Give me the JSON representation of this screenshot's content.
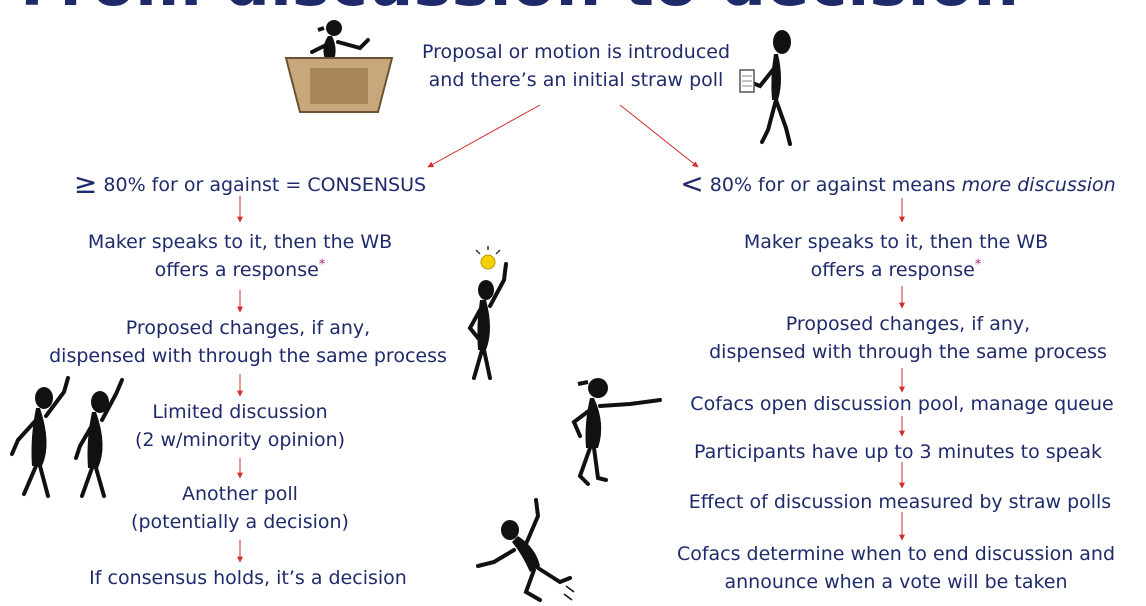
{
  "title": "From discussion to decision",
  "intro": {
    "line1": "Proposal or motion is introduced",
    "line2": "and there’s an initial straw poll"
  },
  "left": {
    "header_symbol": "≥",
    "header_text": " 80% for or against = CONSENSUS",
    "steps": [
      {
        "line1": "Maker speaks to it, then the WB",
        "line2": "offers a response",
        "asterisk": "*"
      },
      {
        "line1": "Proposed changes, if any,",
        "line2": "dispensed with through the same process"
      },
      {
        "line1": "Limited discussion",
        "line2": "(2 w/minority opinion)"
      },
      {
        "line1": "Another poll",
        "line2": "(potentially a decision)"
      },
      {
        "line1": "If consensus holds, it’s a decision"
      }
    ]
  },
  "right": {
    "header_symbol": "<",
    "header_text": " 80% for or against means ",
    "header_em": "more discussion",
    "steps": [
      {
        "line1": "Maker speaks to it, then the WB",
        "line2": "offers a response",
        "asterisk": "*"
      },
      {
        "line1": "Proposed changes, if any,",
        "line2": "dispensed with through the same process"
      },
      {
        "line1": "Cofacs open discussion pool, manage queue"
      },
      {
        "line1": "Participants have up to 3 minutes to speak"
      },
      {
        "line1": "Effect of discussion measured by straw polls"
      },
      {
        "line1": "Cofacs determine when to end discussion and",
        "line2": "announce when a vote will be taken"
      }
    ]
  },
  "colors": {
    "text": "#1f2a6b",
    "arrow": "#d42a2a",
    "asterisk": "#b0207a"
  }
}
